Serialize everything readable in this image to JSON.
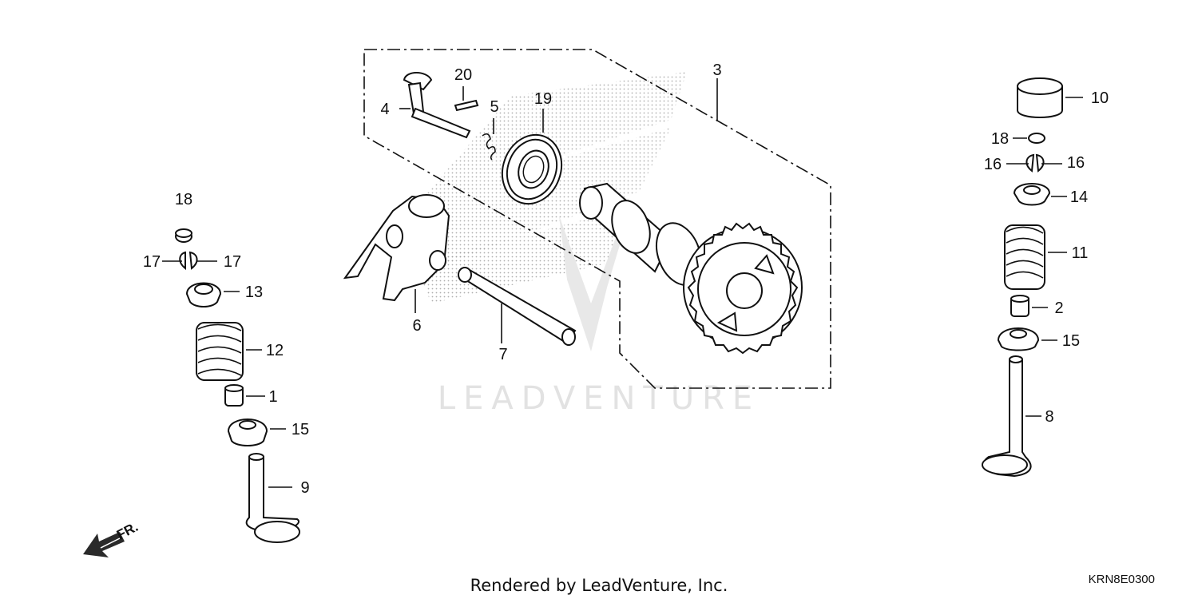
{
  "labels": {
    "p1": "1",
    "p2": "2",
    "p3": "3",
    "p4": "4",
    "p5": "5",
    "p6": "6",
    "p7": "7",
    "p8": "8",
    "p9": "9",
    "p10": "10",
    "p11": "11",
    "p12": "12",
    "p13": "13",
    "p14": "14",
    "p15_left": "15",
    "p15_right": "15",
    "p16_left": "16",
    "p16_right": "16",
    "p17_left": "17",
    "p17_right": "17",
    "p18_left": "18",
    "p18_right": "18",
    "p19": "19",
    "p20": "20"
  },
  "watermark": "LEADVENTURE",
  "footer": "Rendered by LeadVenture, Inc.",
  "diagram_code": "KRN8E0300",
  "front_indicator": "FR."
}
